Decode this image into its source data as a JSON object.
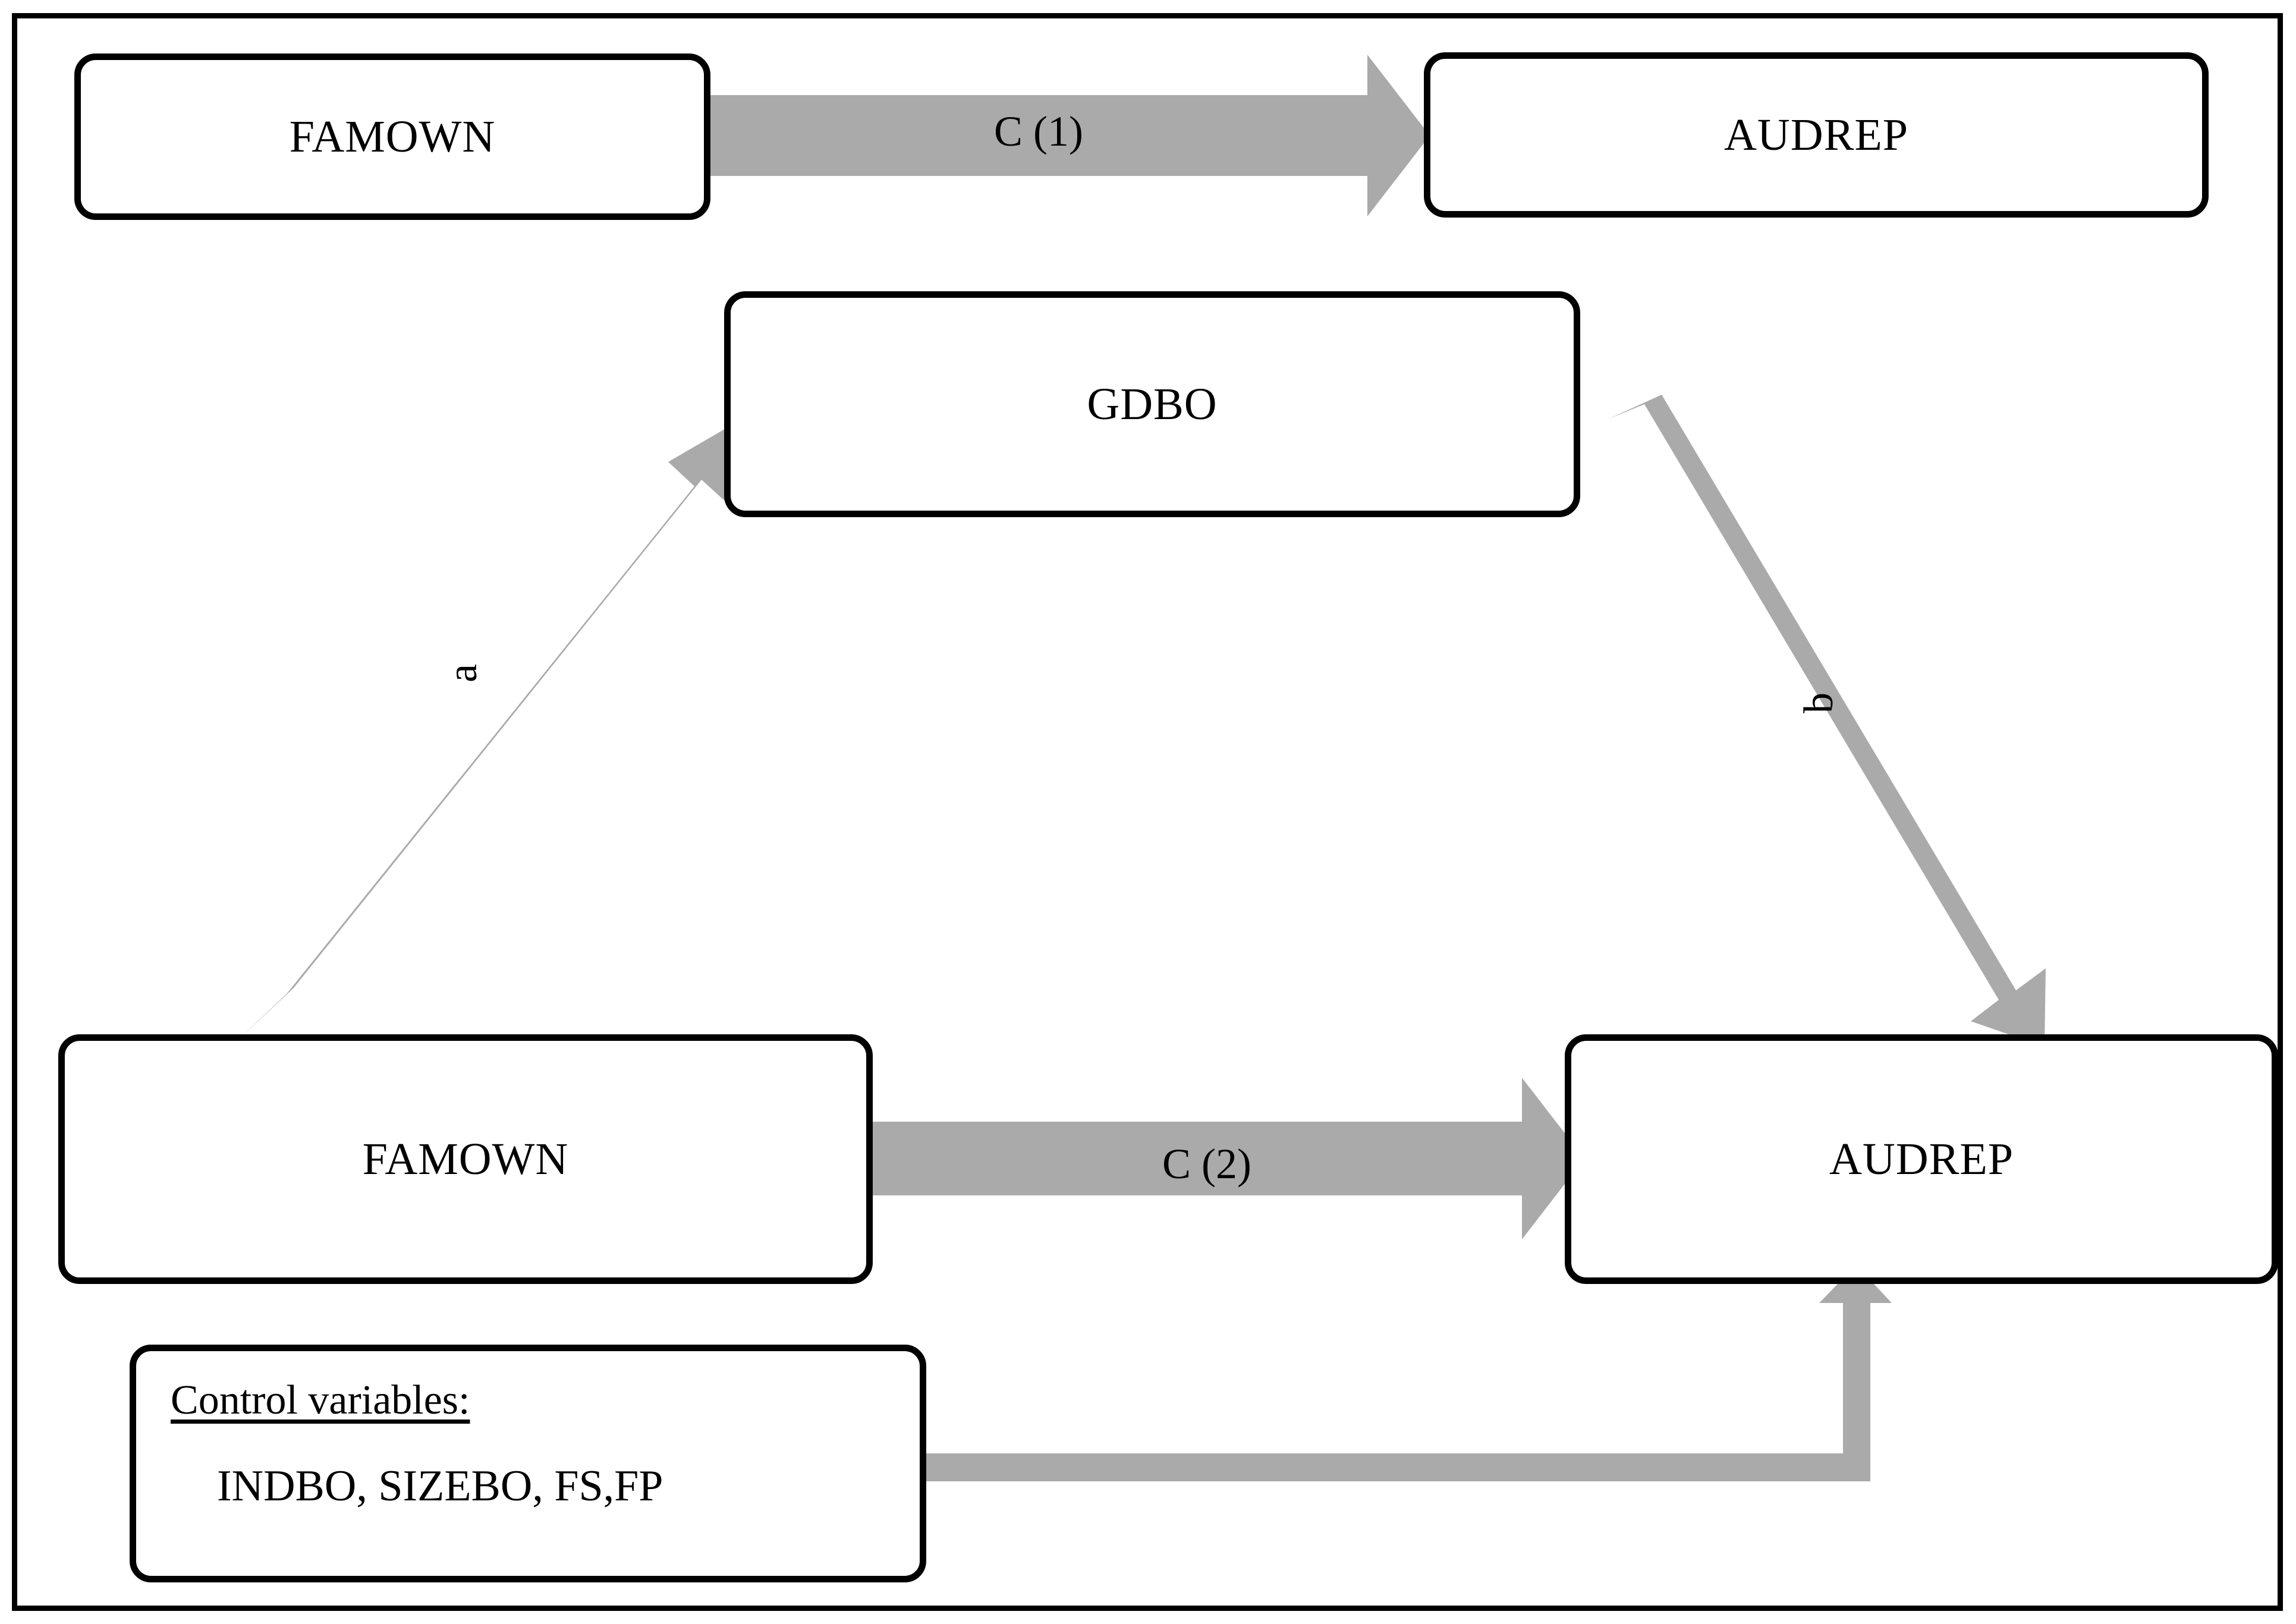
{
  "figure": {
    "type": "mediation-path-diagram",
    "background": "#ffffff",
    "border_color": "#000000",
    "arrow_color": "#aaaaaa"
  },
  "nodes": {
    "famown_top": "FAMOWN",
    "audrep_top": "AUDREP",
    "gdbo": "GDBO",
    "famown_bottom": "FAMOWN",
    "audrep_bottom": "AUDREP"
  },
  "control_box": {
    "title": "Control variables:",
    "variables": "INDBO, SIZEBO, FS,FP"
  },
  "edges": {
    "c1": "C (1)",
    "c2": "C (2)",
    "a": "a",
    "b": "b"
  },
  "chart_data": {
    "type": "diagram",
    "title": "",
    "nodes": [
      {
        "id": "famown_top",
        "label": "FAMOWN",
        "row": "top"
      },
      {
        "id": "audrep_top",
        "label": "AUDREP",
        "row": "top"
      },
      {
        "id": "gdbo",
        "label": "GDBO",
        "row": "middle"
      },
      {
        "id": "famown_bottom",
        "label": "FAMOWN",
        "row": "bottom"
      },
      {
        "id": "audrep_bottom",
        "label": "AUDREP",
        "row": "bottom"
      },
      {
        "id": "control",
        "label": "Control variables: INDBO, SIZEBO, FS,FP",
        "row": "bottom"
      }
    ],
    "edges": [
      {
        "from": "famown_top",
        "to": "audrep_top",
        "label": "C (1)",
        "style": "block-arrow",
        "direction": "right"
      },
      {
        "from": "famown_bottom",
        "to": "gdbo",
        "label": "a",
        "style": "block-arrow",
        "direction": "up-right"
      },
      {
        "from": "gdbo",
        "to": "audrep_bottom",
        "label": "b",
        "style": "block-arrow",
        "direction": "down-right"
      },
      {
        "from": "famown_bottom",
        "to": "audrep_bottom",
        "label": "C (2)",
        "style": "block-arrow",
        "direction": "right"
      },
      {
        "from": "control",
        "to": "audrep_bottom",
        "label": "",
        "style": "elbow-arrow",
        "direction": "right-then-up"
      }
    ]
  }
}
